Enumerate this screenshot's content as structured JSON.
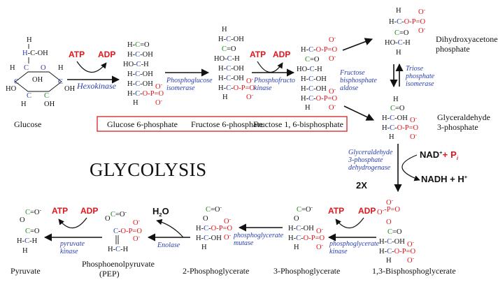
{
  "title": "GLYCOLYSIS",
  "multiplier": "2X",
  "metabolites": {
    "glucose": "Glucose",
    "g6p": "Glucose 6-phosphate",
    "f6p": "Fructose 6-phosphate",
    "f16bp": "Fructose 1, 6-bisphosphate",
    "dhap_1": "Dihydroxyacetone",
    "dhap_2": "phosphate",
    "gap_1": "Glyceraldehyde",
    "gap_2": "3-phosphate",
    "bpg13": "1,3-Bisphosphoglycerate",
    "pg3": "3-Phosphoglycerate",
    "pg2": "2-Phosphoglycerate",
    "pep_1": "Phosphoenolpyruvate",
    "pep_2": "(PEP)",
    "pyruvate": "Pyruvate"
  },
  "enzymes": {
    "hexokinase": "Hexokinase",
    "pgi_1": "Phosphoglucose",
    "pgi_2": "isomerase",
    "pfk_1": "Phosphofructo",
    "pfk_2": "kinase",
    "aldolase_1": "Fructose",
    "aldolase_2": "bisphosphate",
    "aldolase_3": "aldose",
    "tpi_1": "Triose",
    "tpi_2": "phosphate",
    "tpi_3": "isomerase",
    "gapdh_1": "Glyceraldehyde",
    "gapdh_2": "3-phosphate",
    "gapdh_3": "dehydrogenase",
    "pgk_1": "phosphoglycerate",
    "pgk_2": "kinase",
    "pgm_1": "phosphoglycerate",
    "pgm_2": "mutase",
    "enolase": "Enolase",
    "pk_1": "pyruvate",
    "pk_2": "kinase"
  },
  "cofactors": {
    "atp": "ATP",
    "adp": "ADP",
    "nad": "NAD",
    "nad_charge": "+",
    "plus": "+",
    "pi": "P",
    "pi_sub": "i",
    "nadh": "NADH + H",
    "nadh_charge": "+",
    "water_h": "H",
    "water_sub": "2",
    "water_o": "O"
  },
  "colors": {
    "phosphate": "#e3141b",
    "carbon_chain": "#2a3fb0",
    "carbonyl": "#1a8a1a",
    "enzyme_text": "#2a3fb0",
    "highlight_box": "#d42020"
  }
}
